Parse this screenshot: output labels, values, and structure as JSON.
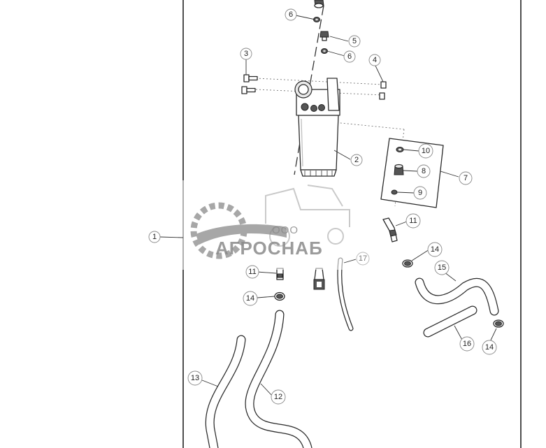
{
  "callouts": {
    "c1": "1",
    "c2": "2",
    "c3": "3",
    "c4": "4",
    "c5": "5",
    "c6a": "6",
    "c6b": "6",
    "c7": "7",
    "c8": "8",
    "c9": "9",
    "c10": "10",
    "c11a": "11",
    "c11b": "11",
    "c12": "12",
    "c13": "13",
    "c14a": "14",
    "c14b": "14",
    "c14c": "14",
    "c15": "15",
    "c16": "16",
    "c17": "17"
  },
  "watermark": {
    "prefix": "ООО",
    "brand": "АГРОСНАБ"
  },
  "colors": {
    "line": "#2a2a2a",
    "watermark": "#8a8a8a",
    "background": "#ffffff"
  }
}
